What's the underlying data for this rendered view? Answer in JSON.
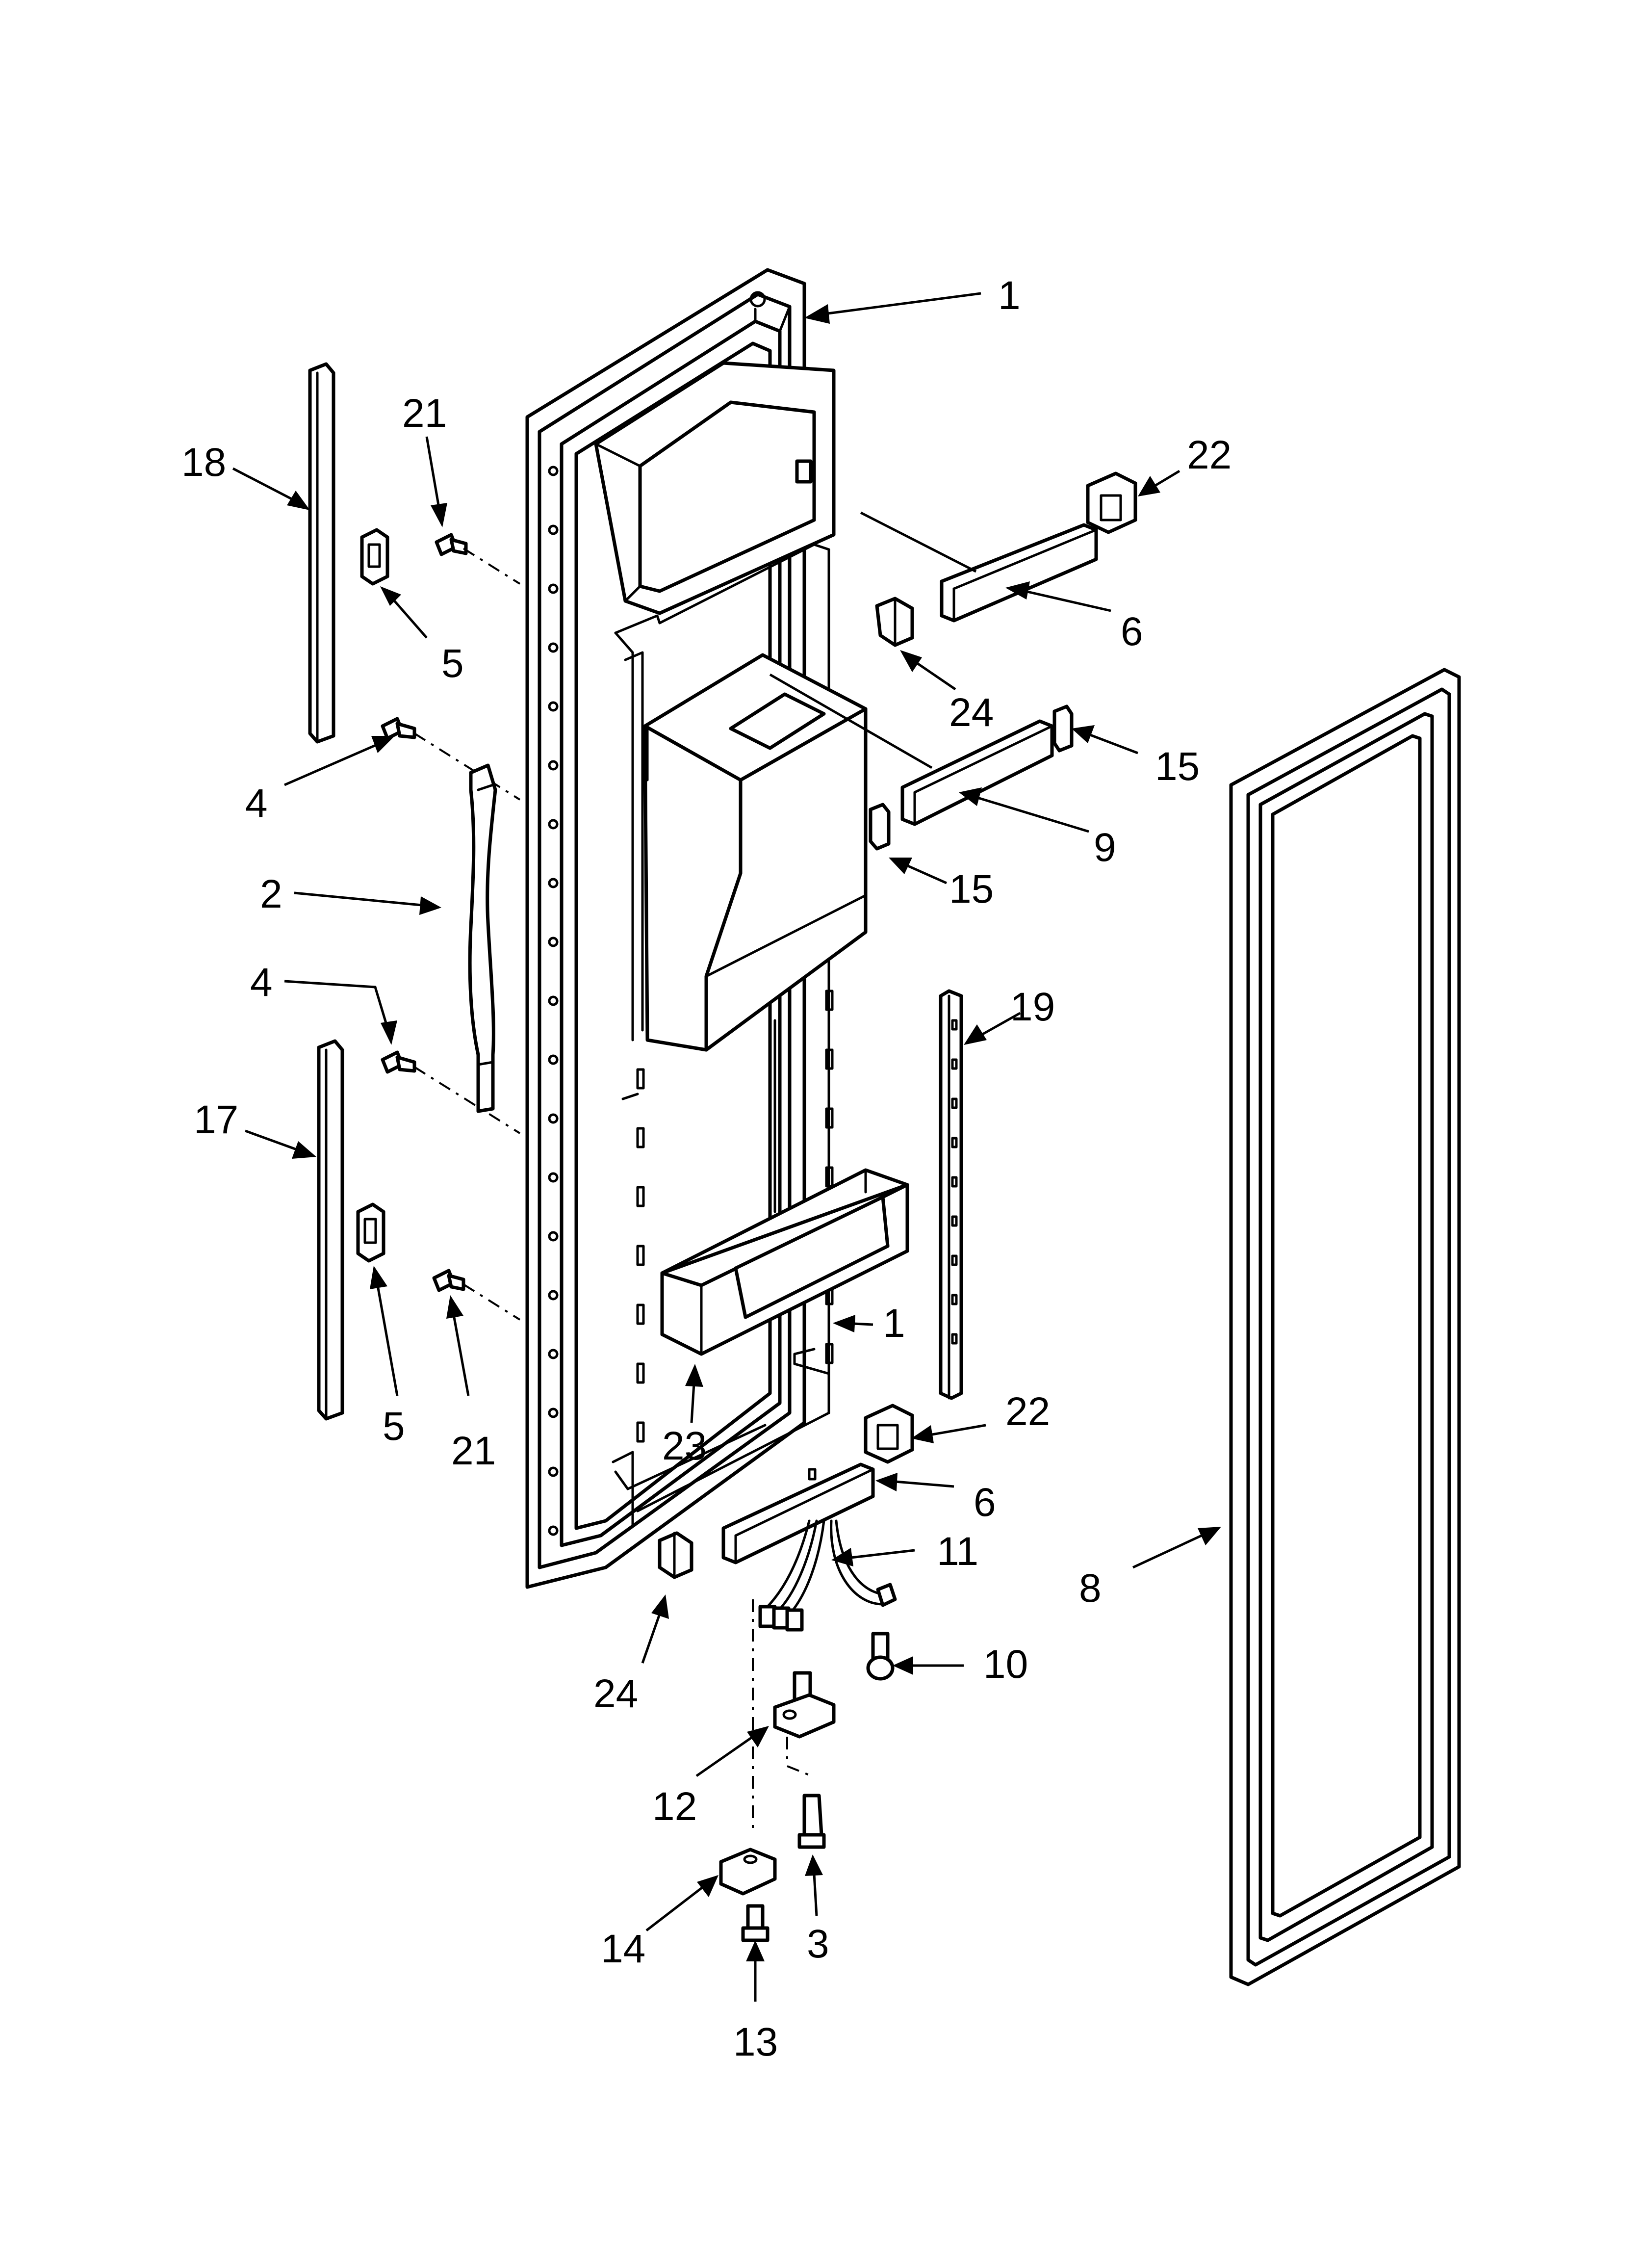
{
  "diagram": {
    "callouts": [
      {
        "id": "c1-top",
        "label": "1"
      },
      {
        "id": "c18",
        "label": "18"
      },
      {
        "id": "c21-top",
        "label": "21"
      },
      {
        "id": "c22-top",
        "label": "22"
      },
      {
        "id": "c5-top",
        "label": "5"
      },
      {
        "id": "c6-top",
        "label": "6"
      },
      {
        "id": "c24-top",
        "label": "24"
      },
      {
        "id": "c4-top",
        "label": "4"
      },
      {
        "id": "c15-right",
        "label": "15"
      },
      {
        "id": "c9",
        "label": "9"
      },
      {
        "id": "c2",
        "label": "2"
      },
      {
        "id": "c15-left",
        "label": "15"
      },
      {
        "id": "c4-mid",
        "label": "4"
      },
      {
        "id": "c19",
        "label": "19"
      },
      {
        "id": "c17",
        "label": "17"
      },
      {
        "id": "c1-mid",
        "label": "1"
      },
      {
        "id": "c5-bottom",
        "label": "5"
      },
      {
        "id": "c21-bottom",
        "label": "21"
      },
      {
        "id": "c23",
        "label": "23"
      },
      {
        "id": "c22-bottom",
        "label": "22"
      },
      {
        "id": "c6-bottom",
        "label": "6"
      },
      {
        "id": "c11",
        "label": "11"
      },
      {
        "id": "c8",
        "label": "8"
      },
      {
        "id": "c10",
        "label": "10"
      },
      {
        "id": "c24-bottom",
        "label": "24"
      },
      {
        "id": "c12",
        "label": "12"
      },
      {
        "id": "c14",
        "label": "14"
      },
      {
        "id": "c3",
        "label": "3"
      },
      {
        "id": "c13",
        "label": "13"
      }
    ]
  }
}
